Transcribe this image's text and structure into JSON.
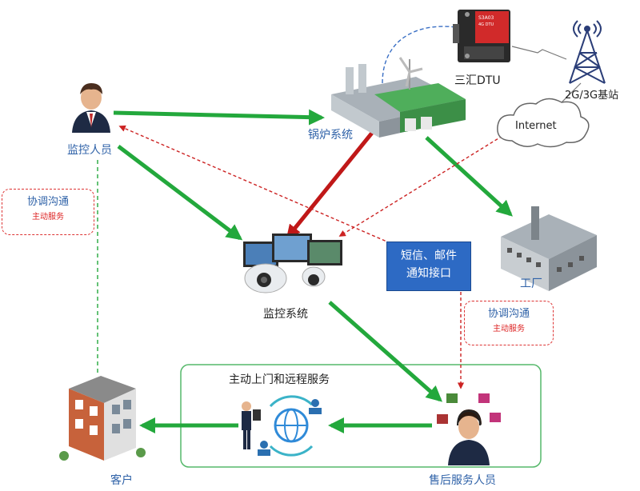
{
  "nodes": {
    "dtu": "三汇DTU",
    "base_station": "2G/3G基站",
    "internet": "Internet",
    "boiler": "锅炉系统",
    "monitor_staff": "监控人员",
    "monitor_system": "监控系统",
    "factory": "工厂",
    "customer": "客户",
    "service_staff": "售后服务人员",
    "onsite_service": "主动上门和远程服务"
  },
  "notify_box": {
    "line1": "短信、邮件",
    "line2": "通知接口"
  },
  "callouts": [
    {
      "title": "协调沟通",
      "subtitle": "主动服务"
    },
    {
      "title": "协调沟通",
      "subtitle": "主动服务"
    }
  ],
  "device": {
    "model": "S3A03",
    "sub": "4G DTU"
  },
  "colors": {
    "green_flow": "#23a83c",
    "red_flow": "#c01818",
    "dashed_red": "#cc2222",
    "label_blue": "#2f62a8",
    "box_blue": "#2d6ac4"
  }
}
